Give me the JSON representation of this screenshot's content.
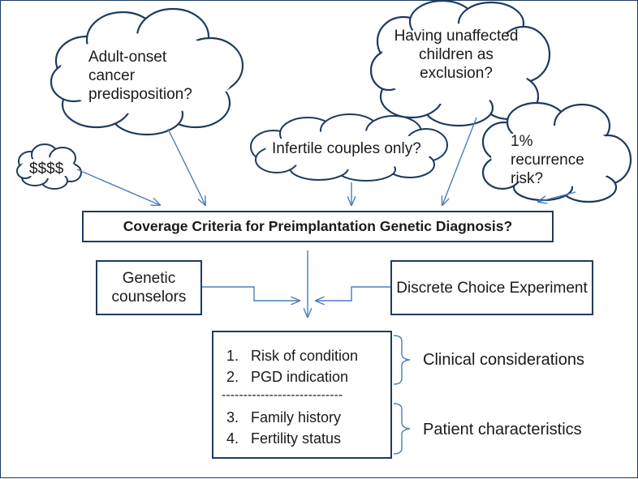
{
  "colors": {
    "border": "#1f3a5f",
    "arrow": "#4a7ebb"
  },
  "clouds": {
    "adult_onset": {
      "lines": [
        "Adult-onset",
        "cancer",
        "predisposition?"
      ]
    },
    "money": {
      "text": "$$$$"
    },
    "infertile": {
      "text": "Infertile couples only?"
    },
    "unaffected": {
      "lines": [
        "Having unaffected",
        "children as",
        "exclusion?"
      ]
    },
    "recurrence": {
      "lines": [
        "1%",
        "recurrence",
        "risk?"
      ]
    }
  },
  "title": "Coverage Criteria for Preimplantation Genetic Diagnosis?",
  "inputs": {
    "genetic_counselors": [
      "Genetic",
      "counselors"
    ],
    "discrete_choice": "Discrete Choice Experiment"
  },
  "criteria": {
    "items": [
      {
        "num": "1.",
        "label": "Risk of condition"
      },
      {
        "num": "2.",
        "label": "PGD indication"
      },
      {
        "num": "3.",
        "label": "Family history"
      },
      {
        "num": "4.",
        "label": "Fertility status"
      }
    ],
    "separator": "----------------------------"
  },
  "groups": {
    "clinical": "Clinical considerations",
    "patient": "Patient characteristics"
  },
  "icons": {
    "cloud": "thought-cloud-icon",
    "arrow": "arrow-icon",
    "brace": "right-brace-icon"
  }
}
